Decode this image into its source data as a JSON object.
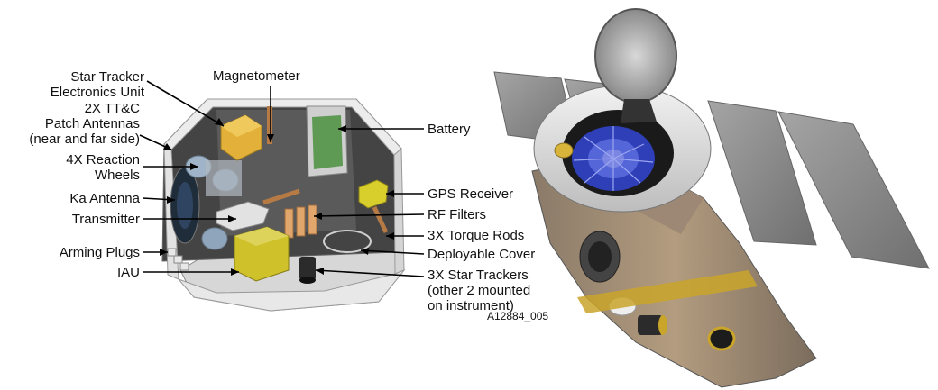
{
  "figure_id": "A12884_005",
  "labels_left": {
    "star_tracker_electronics": "Star Tracker\nElectronics Unit",
    "ttc_patch_antennas": "2X TT&C\nPatch Antennas\n(near and far side)",
    "reaction_wheels": "4X Reaction\nWheels",
    "ka_antenna": "Ka Antenna",
    "transmitter": "Transmitter",
    "arming_plugs": "Arming Plugs",
    "iau": "IAU"
  },
  "labels_top": {
    "magnetometer": "Magnetometer"
  },
  "labels_right": {
    "battery": "Battery",
    "gps_receiver": "GPS Receiver",
    "rf_filters": "RF Filters",
    "torque_rods": "3X Torque Rods",
    "deployable_cover": "Deployable Cover",
    "star_trackers": "3X Star Trackers\n(other 2 mounted\non instrument)"
  },
  "colors": {
    "hull_light": "#e9e9e9",
    "hull_mid": "#c8c8c8",
    "interior_dark": "#3d3d3d",
    "component_yellow": "#cfc12a",
    "component_gold": "#e3b13a",
    "board_green": "#5e9a54",
    "copper": "#c7884a",
    "solar_panel": "#8e8e8e",
    "instrument_blue": "#2e3fb8"
  }
}
